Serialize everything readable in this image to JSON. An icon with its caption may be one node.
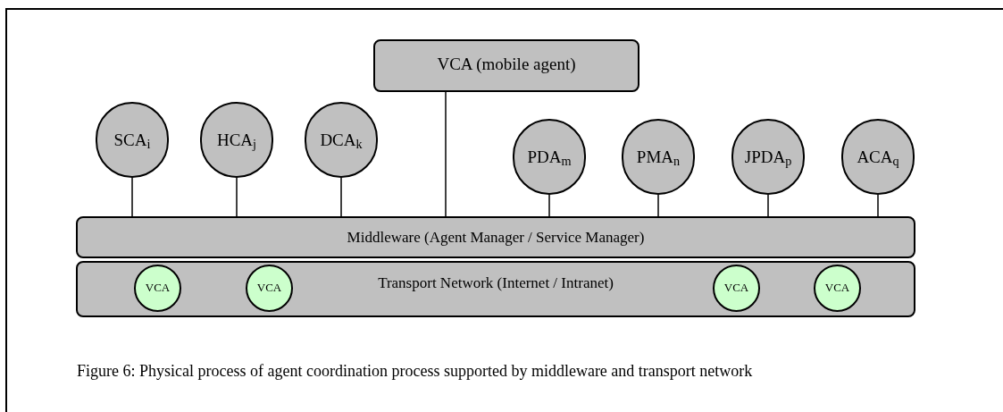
{
  "diagram": {
    "caption": "Figure 6: Physical process of agent coordination process supported by middleware and transport network",
    "nodes": [
      {
        "text": [
          "VCA (mobile agent)"
        ]
      },
      {
        "text": [
          "SCA$_{i}$"
        ]
      },
      {
        "text": [
          "HCA$_{j}$"
        ]
      },
      {
        "text": [
          "DCA$_{k}$"
        ]
      },
      {
        "text": [
          "PDA$_{m}$"
        ]
      },
      {
        "text": [
          "PMA$_{n}$"
        ]
      },
      {
        "text": [
          "JPDA$_{p}$"
        ]
      },
      {
        "text": [
          "ACA$_{q}$"
        ]
      },
      {
        "text": [
          "Middleware (Agent Manager / Service Manager)"
        ]
      },
      {
        "text": [
          "Transport Network (Internet / Intranet)"
        ]
      },
      {
        "text": [
          "VCA"
        ],
        "in": 9
      },
      {
        "text": [
          "VCA"
        ],
        "in": 9
      },
      {
        "text": [
          "VCA"
        ],
        "in": 9
      },
      {
        "text": [
          "VCA"
        ],
        "in": 9
      }
    ],
    "edges": [
      {
        "from": 1,
        "to": 8,
        "arrow": "none"
      },
      {
        "from": 2,
        "to": 8,
        "arrow": "none"
      },
      {
        "from": 3,
        "to": 8,
        "arrow": "none"
      },
      {
        "from": 0,
        "to": 8,
        "arrow": "none"
      },
      {
        "from": 4,
        "to": 8,
        "arrow": "none"
      },
      {
        "from": 5,
        "to": 8,
        "arrow": "none"
      },
      {
        "from": 6,
        "to": 8,
        "arrow": "none"
      },
      {
        "from": 7,
        "to": 8,
        "arrow": "none"
      }
    ]
  }
}
